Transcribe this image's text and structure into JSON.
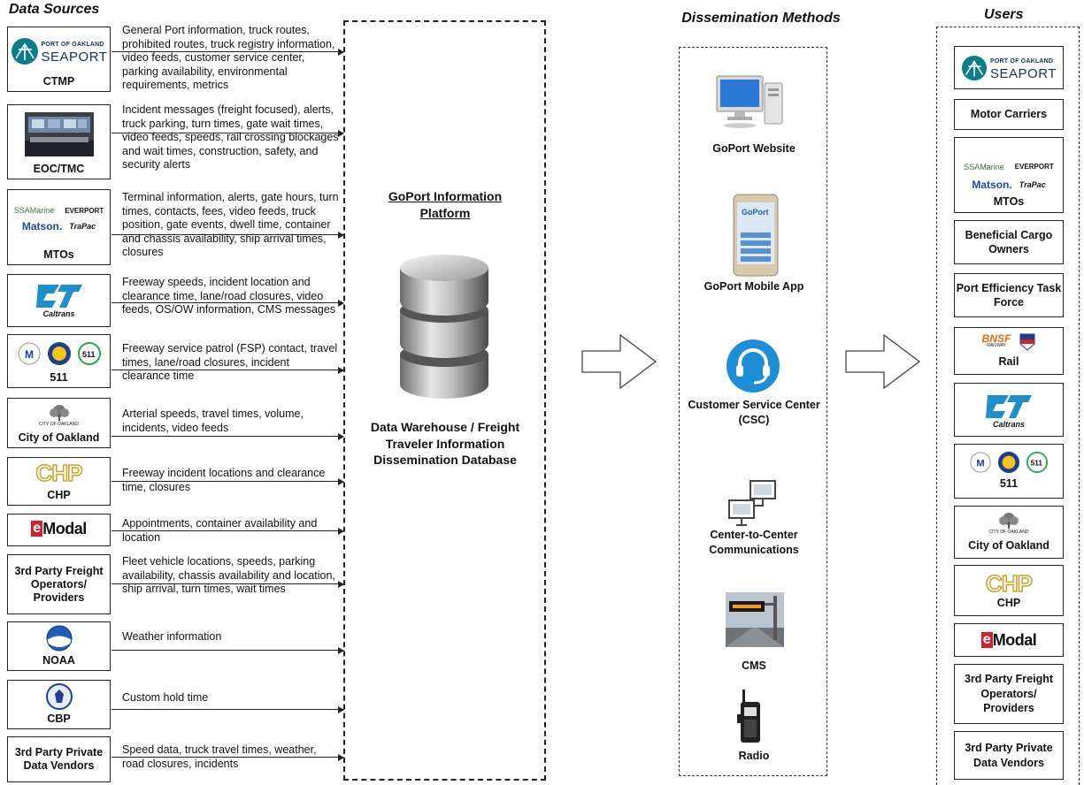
{
  "headers": {
    "data_sources": "Data Sources",
    "dissemination": "Dissemination Methods",
    "users": "Users"
  },
  "logos": {
    "port_small": "PORT OF OAKLAND",
    "port_big": "SEAPORT",
    "ssa": "SSAMarine",
    "everport": "EVERPORT",
    "matson": "Matson.",
    "trapac": "TraPac",
    "caltrans": "Caltrans",
    "chp": "CHP",
    "emodal_e": "e",
    "emodal_rest": "Modal",
    "bnsf": "BNSF",
    "railway": "RAILWAY",
    "n511": "511",
    "city": "CITY OF OAKLAND",
    "goport_app": "GoPort"
  },
  "sources": [
    {
      "label": "CTMP",
      "desc": "General Port information, truck routes, prohibited routes, truck registry information, video feeds, customer service center, parking availability, environmental requirements, metrics"
    },
    {
      "label": "EOC/TMC",
      "desc": "Incident messages (freight focused), alerts, truck parking, turn times, gate wait times, video feeds, speeds, rail crossing blockages and wait times, construction, safety, and security alerts"
    },
    {
      "label": "MTOs",
      "desc": "Terminal information, alerts, gate hours, turn times, contacts, fees, video feeds, truck position, gate events, dwell time, container and chassis availability, ship arrival times, closures"
    },
    {
      "label": "",
      "desc": "Freeway speeds, incident location and clearance time, lane/road closures, video feeds, OS/OW information, CMS messages"
    },
    {
      "label": "511",
      "desc": "Freeway service patrol (FSP) contact, travel times, lane/road closures, incident clearance time"
    },
    {
      "label": "City of Oakland",
      "desc": "Arterial speeds, travel times, volume, incidents,  video feeds"
    },
    {
      "label": "CHP",
      "desc": "Freeway incident locations and clearance time, closures"
    },
    {
      "label": "",
      "desc": "Appointments, container availability and location"
    },
    {
      "label": "3rd Party Freight Operators/ Providers",
      "desc": "Fleet vehicle locations, speeds, parking availability, chassis availability and location, ship arrival, turn times, wait times"
    },
    {
      "label": "NOAA",
      "desc": "Weather information"
    },
    {
      "label": "CBP",
      "desc": "Custom hold time"
    },
    {
      "label": "3rd Party Private Data Vendors",
      "desc": "Speed data, truck travel times, weather, road closures, incidents"
    }
  ],
  "platform": {
    "title": "GoPort Information Platform",
    "subtitle": "Data Warehouse / Freight Traveler Information Dissemination Database"
  },
  "methods": [
    {
      "label": "GoPort Website",
      "icon": "computer-icon"
    },
    {
      "label": "GoPort Mobile App",
      "icon": "smartphone-icon"
    },
    {
      "label": "Customer Service Center (CSC)",
      "icon": "headset-icon"
    },
    {
      "label": "Center-to-Center Communications",
      "icon": "network-icon"
    },
    {
      "label": "CMS",
      "icon": "highway-sign-icon"
    },
    {
      "label": "Radio",
      "icon": "radio-icon"
    }
  ],
  "users": [
    {
      "label": ""
    },
    {
      "label": "Motor Carriers"
    },
    {
      "label": "MTOs"
    },
    {
      "label": "Beneficial Cargo Owners"
    },
    {
      "label": "Port Efficiency Task Force"
    },
    {
      "label": "Rail"
    },
    {
      "label": ""
    },
    {
      "label": "511"
    },
    {
      "label": "City of Oakland"
    },
    {
      "label": "CHP"
    },
    {
      "label": ""
    },
    {
      "label": "3rd Party Freight Operators/ Providers"
    },
    {
      "label": "3rd Party Private Data Vendors"
    }
  ]
}
